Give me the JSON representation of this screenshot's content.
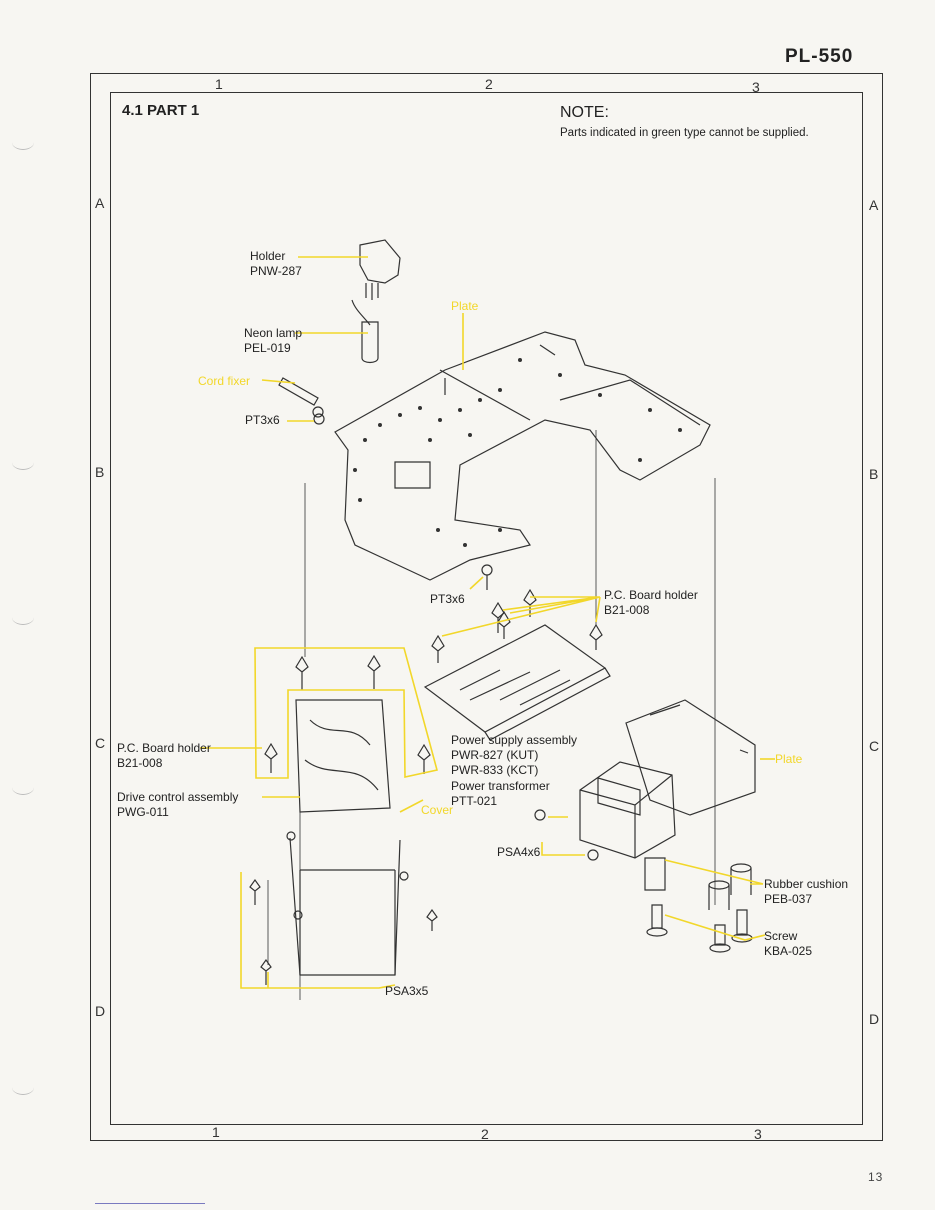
{
  "header": {
    "model": "PL-550",
    "page_number": "13"
  },
  "section": {
    "title": "4.1 PART 1"
  },
  "note": {
    "heading": "NOTE:",
    "text": "Parts indicated in green type cannot be supplied."
  },
  "grid": {
    "columns": [
      "1",
      "2",
      "3"
    ],
    "rows": [
      "A",
      "B",
      "C",
      "D"
    ]
  },
  "labels": {
    "holder": {
      "name": "Holder",
      "part": "PNW-287"
    },
    "neon_lamp": {
      "name": "Neon lamp",
      "part": "PEL-019"
    },
    "cord_fixer": {
      "name": "Cord fixer"
    },
    "pt3x6_top": "PT3x6",
    "plate_top": "Plate",
    "pt3x6_mid": "PT3x6",
    "pcb_holder_right": {
      "name": "P.C. Board holder",
      "part": "B21-008"
    },
    "pcb_holder_left": {
      "name": "P.C. Board holder",
      "part": "B21-008"
    },
    "power_supply": {
      "name": "Power supply assembly",
      "part1": "PWR-827 (KUT)",
      "part2": "PWR-833 (KCT)"
    },
    "power_transformer": {
      "name": "Power transformer",
      "part": "PTT-021"
    },
    "drive_control": {
      "name": "Drive control assembly",
      "part": "PWG-011"
    },
    "cover": "Cover",
    "plate_right": "Plate",
    "psa4x6": "PSA4x6",
    "rubber_cushion": {
      "name": "Rubber cushion",
      "part": "PEB-037"
    },
    "screw": {
      "name": "Screw",
      "part": "KBA-025"
    },
    "psa3x5": "PSA3x5"
  },
  "colors": {
    "supply_note_green": "#f2d72a",
    "line": "#333333"
  }
}
